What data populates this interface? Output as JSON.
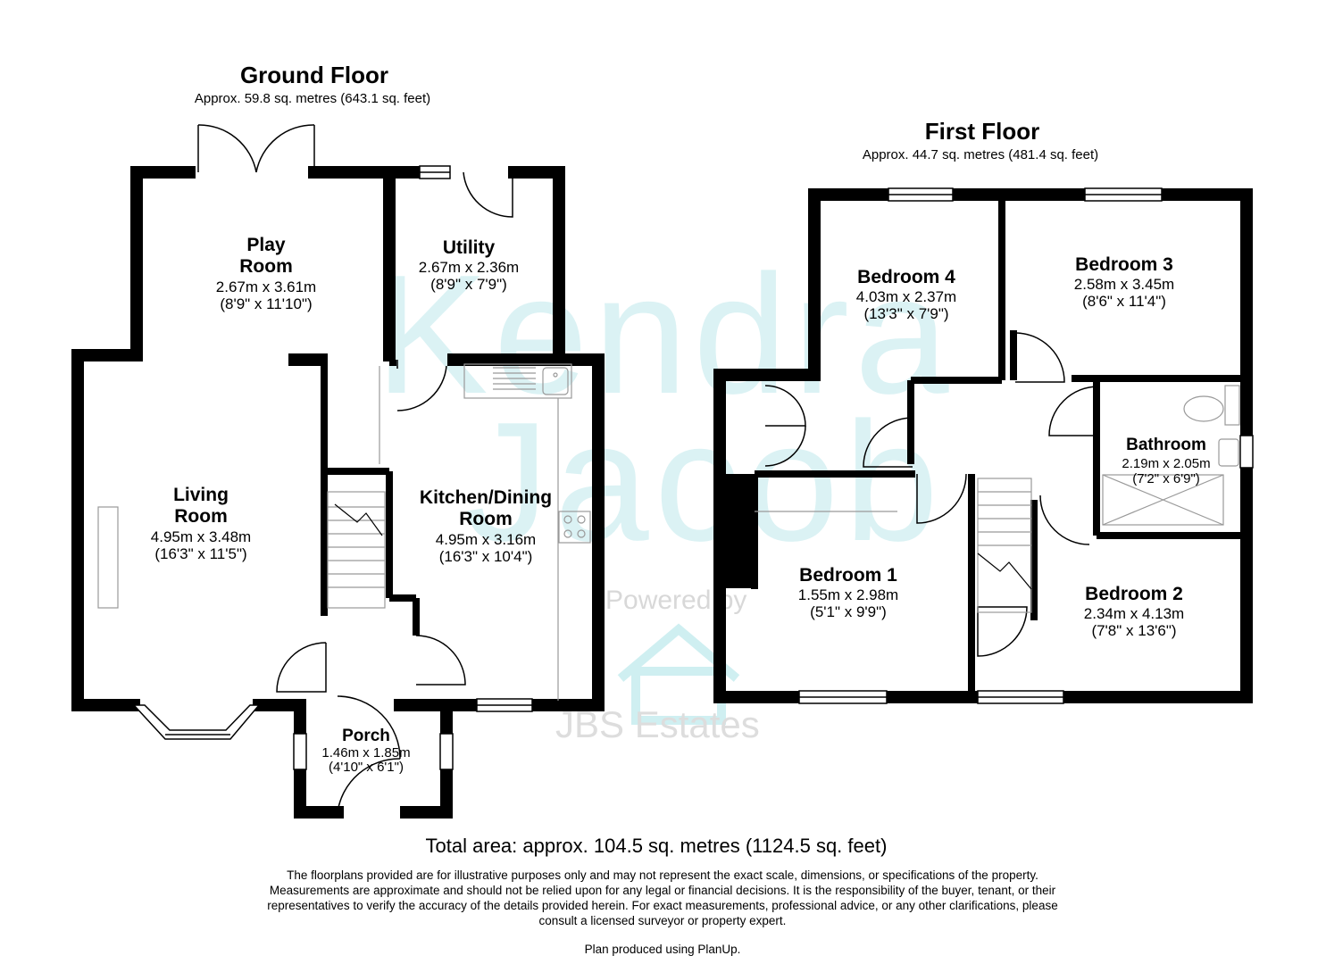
{
  "ground_floor": {
    "title": "Ground Floor",
    "area": "Approx. 59.8 sq. metres (643.1 sq. feet)",
    "rooms": {
      "play_room": {
        "name_line1": "Play",
        "name_line2": "Room",
        "metric": "2.67m x 3.61m",
        "imperial": "(8'9\" x 11'10\")"
      },
      "utility": {
        "name": "Utility",
        "metric": "2.67m x 2.36m",
        "imperial": "(8'9\" x 7'9\")"
      },
      "living_room": {
        "name_line1": "Living",
        "name_line2": "Room",
        "metric": "4.95m x 3.48m",
        "imperial": "(16'3\" x 11'5\")"
      },
      "kitchen_dining": {
        "name_line1": "Kitchen/Dining",
        "name_line2": "Room",
        "metric": "4.95m x 3.16m",
        "imperial": "(16'3\" x 10'4\")"
      },
      "porch": {
        "name": "Porch",
        "metric": "1.46m x 1.85m",
        "imperial": "(4'10\" x 6'1\")"
      }
    }
  },
  "first_floor": {
    "title": "First Floor",
    "area": "Approx. 44.7 sq. metres (481.4 sq. feet)",
    "rooms": {
      "bedroom4": {
        "name": "Bedroom 4",
        "metric": "4.03m x 2.37m",
        "imperial": "(13'3\" x 7'9\")"
      },
      "bedroom3": {
        "name": "Bedroom 3",
        "metric": "2.58m x 3.45m",
        "imperial": "(8'6\" x 11'4\")"
      },
      "bathroom": {
        "name": "Bathroom",
        "metric": "2.19m x 2.05m",
        "imperial": "(7'2\" x 6'9\")"
      },
      "bedroom1": {
        "name": "Bedroom 1",
        "metric": "1.55m x 2.98m",
        "imperial": "(5'1\" x 9'9\")"
      },
      "bedroom2": {
        "name": "Bedroom 2",
        "metric": "2.34m x 4.13m",
        "imperial": "(7'8\" x 13'6\")"
      }
    }
  },
  "watermark": {
    "line1": "Kendra",
    "line2": "Jacob",
    "powered": "Powered by",
    "brand": "JBS Estates"
  },
  "total_area": "Total area: approx. 104.5 sq. metres (1124.5 sq. feet)",
  "disclaimer": {
    "line1": "The floorplans provided are for illustrative purposes only and may not represent the exact scale, dimensions, or specifications of the property.",
    "line2": "Measurements are approximate and should not be relied upon for any legal or financial decisions. It is the responsibility of the buyer, tenant, or their",
    "line3": "representatives to verify the accuracy of the details provided herein.  For exact measurements, professional advice, or any other clarifications, please",
    "line4": "consult a licensed surveyor or property expert."
  },
  "credit": "Plan produced using PlanUp.",
  "colors": {
    "wall": "#000000",
    "watermark": "#bfe9ec",
    "fixture": "#999999"
  }
}
